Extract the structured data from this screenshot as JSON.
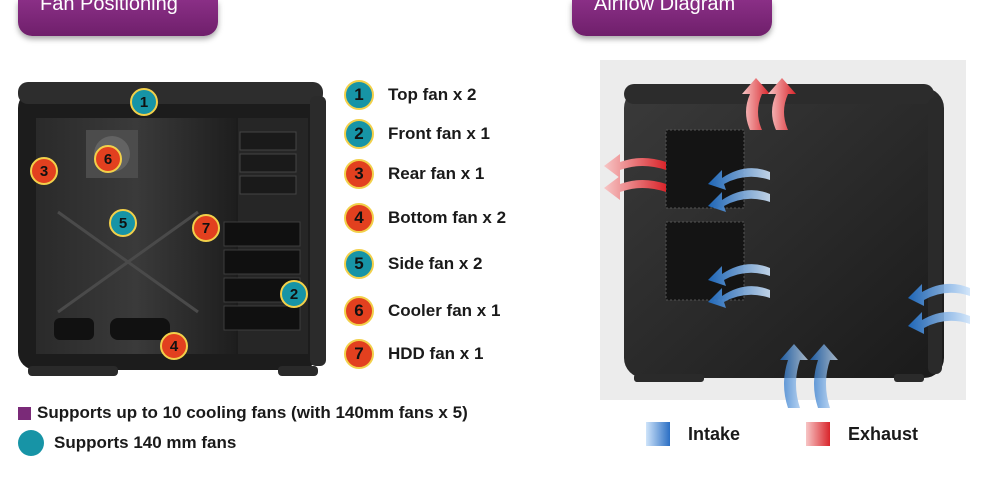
{
  "tabs": {
    "left": "Fan Positioning",
    "right": "Airflow Diagram"
  },
  "markers": [
    "1",
    "2",
    "3",
    "4",
    "5",
    "6",
    "7"
  ],
  "legend": [
    {
      "num": "1",
      "text": "Top fan x 2",
      "color": "#1794a6"
    },
    {
      "num": "2",
      "text": "Front fan x 1",
      "color": "#1794a6"
    },
    {
      "num": "3",
      "text": "Rear fan x 1",
      "color": "#e2401f"
    },
    {
      "num": "4",
      "text": "Bottom fan x 2",
      "color": "#e2401f"
    },
    {
      "num": "5",
      "text": "Side fan x 2",
      "color": "#1794a6"
    },
    {
      "num": "6",
      "text": "Cooler fan x 1",
      "color": "#e2401f"
    },
    {
      "num": "7",
      "text": "HDD fan x 1",
      "color": "#e2401f"
    }
  ],
  "notes": {
    "max_fans": "Supports up to 10 cooling fans (with 140mm fans x 5)",
    "fan_size": "Supports 140 mm fans"
  },
  "airflow_legend": {
    "intake": "Intake",
    "exhaust": "Exhaust"
  },
  "colors": {
    "accent": "#7a2a78",
    "blue_marker": "#1794a6",
    "orange_marker": "#e2401f",
    "intake_arrow": "#4a8fd6",
    "exhaust_arrow": "#e0353a"
  }
}
